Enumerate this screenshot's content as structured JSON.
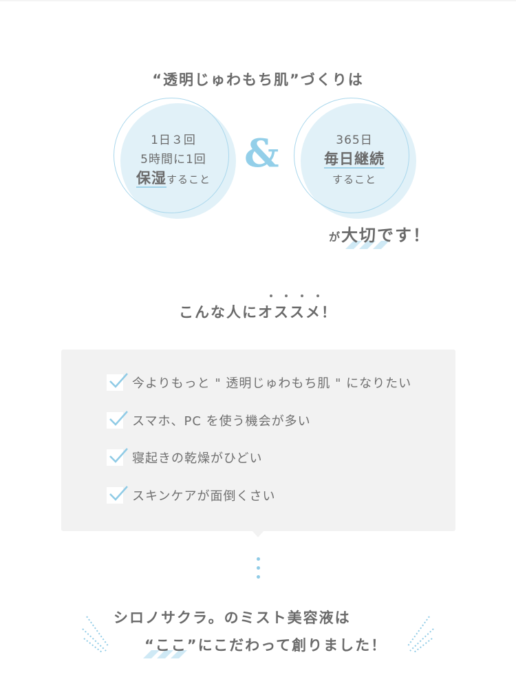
{
  "headline": "“透明じゅわもち肌”づくりは",
  "circle_left": {
    "line1": "1日３回",
    "line2": "5時間に1回",
    "big": "保湿",
    "suffix": "すること"
  },
  "ampersand": "&",
  "circle_right": {
    "line1": "365日",
    "big": "毎日継続",
    "line2": "すること"
  },
  "important": {
    "ga": "が",
    "text": "大切です！"
  },
  "recommend_title": "こんな人にオススメ！",
  "checklist": [
    "今よりもっと \" 透明じゅわもち肌 \" になりたい",
    "スマホ、PC を使う機会が多い",
    "寝起きの乾燥がひどい",
    "スキンケアが面倒くさい"
  ],
  "closing": {
    "line1": "シロノサクラ。のミスト美容液は",
    "line2": "“ここ”にこだわって創りました！"
  },
  "colors": {
    "accent": "#93cfe9",
    "circle_fill": "#e1f1f8",
    "box_bg": "#f2f2f2",
    "text": "#6a6a6a"
  }
}
